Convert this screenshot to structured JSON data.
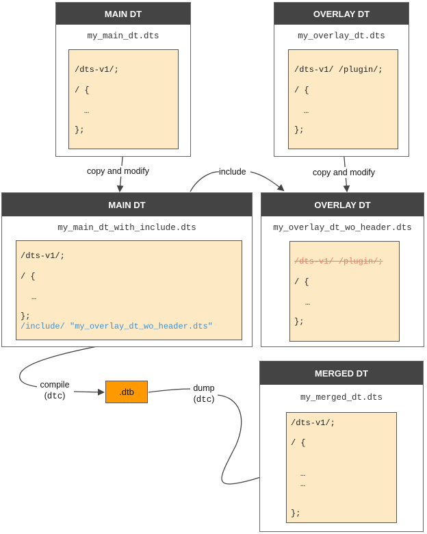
{
  "boxes": {
    "main_top": {
      "title": "MAIN DT",
      "filename": "my_main_dt.dts",
      "lines": [
        "/dts-v1/;",
        "/ {",
        "…",
        "};"
      ]
    },
    "overlay_top": {
      "title": "OVERLAY DT",
      "filename": "my_overlay_dt.dts",
      "lines": [
        "/dts-v1/ /plugin/;",
        "/ {",
        "…",
        "};"
      ]
    },
    "main_mid": {
      "title": "MAIN DT",
      "filename": "my_main_dt_with_include.dts",
      "lines": [
        "/dts-v1/;",
        "/ {",
        "…",
        "};"
      ],
      "include_keyword": "/include/",
      "include_file": "\"my_overlay_dt_wo_header.dts\""
    },
    "overlay_mid": {
      "title": "OVERLAY DT",
      "filename": "my_overlay_dt_wo_header.dts",
      "struck_line": "/dts-v1/ /plugin/;",
      "lines": [
        "/ {",
        "…",
        "};"
      ]
    },
    "merged": {
      "title": "MERGED DT",
      "filename": "my_merged_dt.dts",
      "lines": [
        "/dts-v1/;",
        "/ {",
        "…",
        "…",
        "};"
      ]
    }
  },
  "dtb": {
    "label": ".dtb",
    "color": "#ff9900"
  },
  "labels": {
    "copy_modify_left": "copy and modify",
    "include": "include",
    "copy_modify_right": "copy and modify",
    "compile": "compile",
    "compile_tool": "dtc",
    "dump": "dump",
    "dump_tool": "dtc"
  },
  "colors": {
    "header_bg": "#444444",
    "code_bg": "#fde9c4",
    "struck_text": "#e8806a",
    "include_text": "#3f8fd2"
  }
}
